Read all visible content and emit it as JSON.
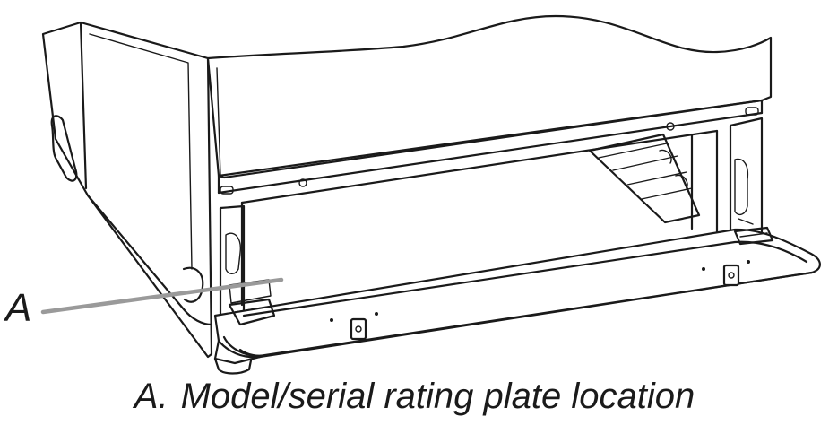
{
  "callout": {
    "letter": "A"
  },
  "caption": {
    "letter": "A.",
    "text": "Model/serial rating plate location"
  },
  "colors": {
    "line": "#1a1a1a",
    "callout_line": "#9a9a9a",
    "background": "#ffffff"
  }
}
